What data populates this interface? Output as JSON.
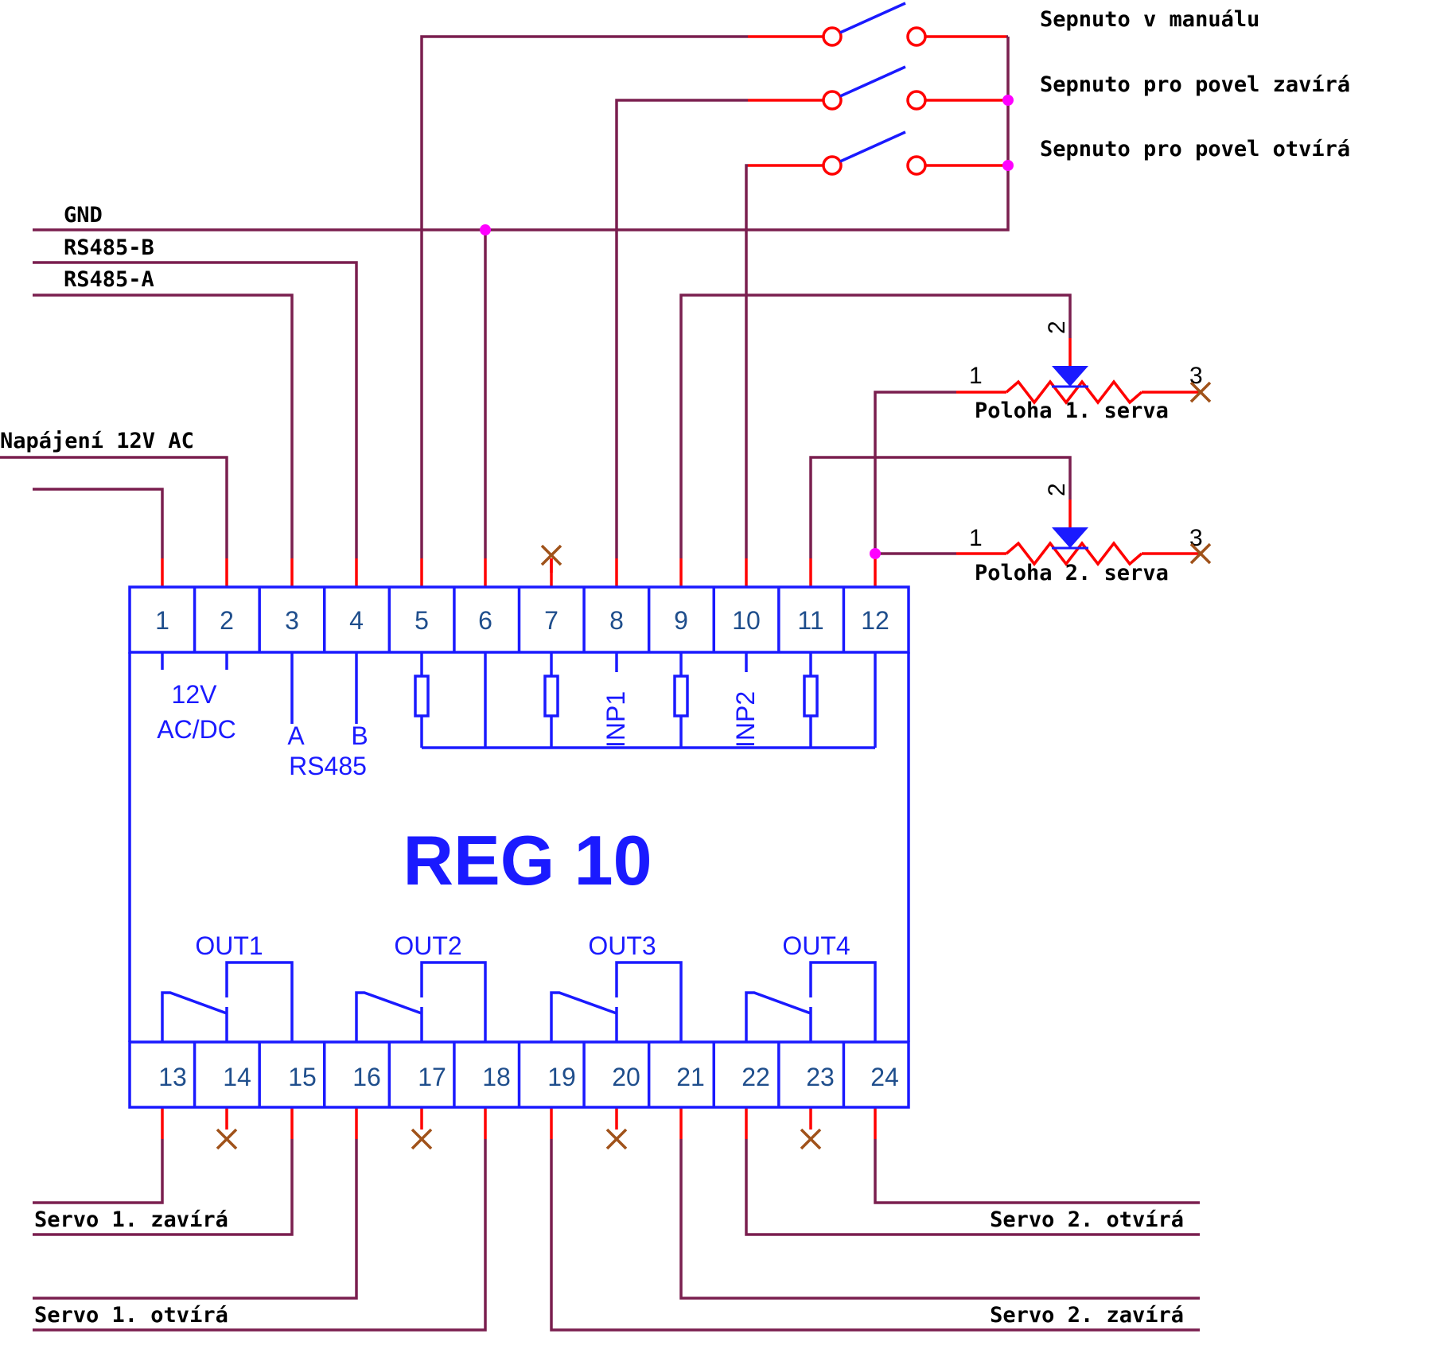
{
  "device": {
    "title": "REG 10",
    "top_pins": [
      "1",
      "2",
      "3",
      "4",
      "5",
      "6",
      "7",
      "8",
      "9",
      "10",
      "11",
      "12"
    ],
    "bottom_pins": [
      "13",
      "14",
      "15",
      "16",
      "17",
      "18",
      "19",
      "20",
      "21",
      "22",
      "23",
      "24"
    ],
    "label_power_1": "12V",
    "label_power_2": "AC/DC",
    "label_a": "A",
    "label_b": "B",
    "label_rs485": "RS485",
    "label_inp1": "INP1",
    "label_inp2": "INP2",
    "outputs": [
      "OUT1",
      "OUT2",
      "OUT3",
      "OUT4"
    ]
  },
  "nets": {
    "gnd": "GND",
    "rs485_b": "RS485-B",
    "rs485_a": "RS485-A",
    "power": "Napájení 12V AC"
  },
  "switches": [
    "Sepnuto v manuálu",
    "Sepnuto pro povel zavírá",
    "Sepnuto pro povel otvírá"
  ],
  "potentiometers": [
    {
      "label": "Poloha 1. serva",
      "pin1": "1",
      "pin2": "2",
      "pin3": "3"
    },
    {
      "label": "Poloha 2. serva",
      "pin1": "1",
      "pin2": "2",
      "pin3": "3"
    }
  ],
  "servo_labels": {
    "s1_close": "Servo 1. zavírá",
    "s1_open": "Servo 1. otvírá",
    "s2_open": "Servo 2. otvírá",
    "s2_close": "Servo 2. zavírá"
  },
  "colors": {
    "wire": "#7a1f4f",
    "lead": "#ff0000",
    "device": "#1a1aff",
    "pin_number": "#1f4e8c",
    "junction": "#ff00ff",
    "no_connect": "#a0521a"
  }
}
